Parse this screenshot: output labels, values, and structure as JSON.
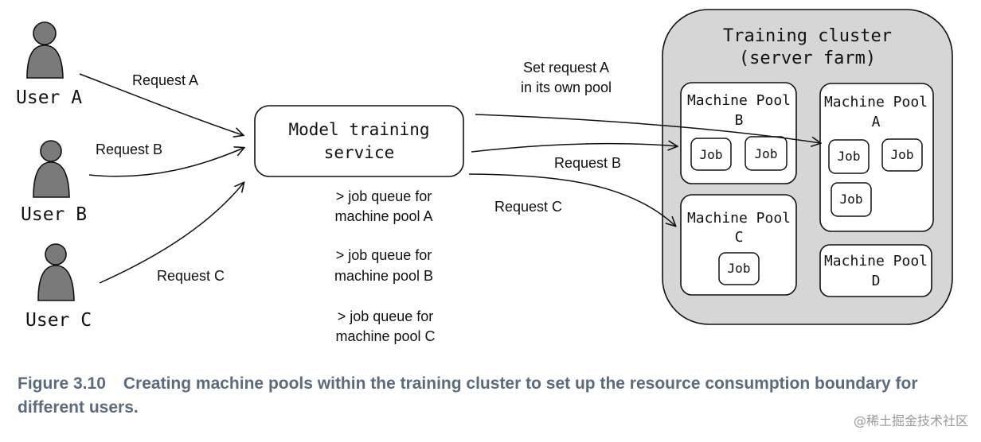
{
  "users": [
    {
      "name": "User A"
    },
    {
      "name": "User B"
    },
    {
      "name": "User C"
    }
  ],
  "requests_in": [
    "Request A",
    "Request B",
    "Request C"
  ],
  "service": {
    "line1": "Model training",
    "line2": "service"
  },
  "queues": [
    {
      "line1": "> job queue for",
      "line2": "machine pool A"
    },
    {
      "line1": "> job queue for",
      "line2": "machine pool B"
    },
    {
      "line1": "> job queue for",
      "line2": "machine pool C"
    }
  ],
  "requests_out": {
    "a_line1": "Set request A",
    "a_line2": "in its own pool",
    "b": "Request B",
    "c": "Request C"
  },
  "cluster": {
    "title_line1": "Training cluster",
    "title_line2": "(server farm)"
  },
  "pools": {
    "b": {
      "line1": "Machine Pool",
      "line2": "B",
      "jobs": [
        "Job",
        "Job"
      ]
    },
    "a": {
      "line1": "Machine Pool",
      "line2": "A",
      "jobs": [
        "Job",
        "Job",
        "Job"
      ]
    },
    "c": {
      "line1": "Machine Pool",
      "line2": "C",
      "jobs": [
        "Job"
      ]
    },
    "d": {
      "line1": "Machine Pool",
      "line2": "D",
      "jobs": []
    }
  },
  "caption": {
    "figure": "Figure 3.10",
    "text": "Creating machine pools within the training cluster to set up the resource consumption boundary for different users."
  },
  "watermark": "@稀土掘金技术社区",
  "colors": {
    "cluster_fill": "#d6d6d6",
    "user_fill": "#7a7a7a",
    "caption": "#5b6b7d",
    "stroke": "#111111"
  }
}
